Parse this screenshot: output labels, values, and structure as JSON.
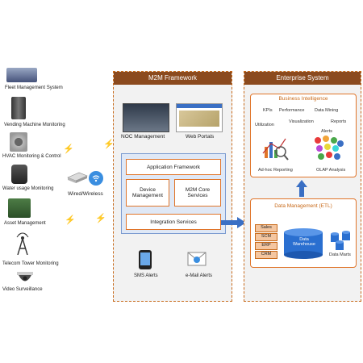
{
  "devices": [
    {
      "label": "Fleet Management System",
      "icon": "truck-icon"
    },
    {
      "label": "Vending Machine Monitoring",
      "icon": "vending-machine-icon"
    },
    {
      "label": "HVAC Monitoring & Control",
      "icon": "hvac-unit-icon"
    },
    {
      "label": "Water usage Monitoring",
      "icon": "water-meter-icon"
    },
    {
      "label": "Asset Management",
      "icon": "generator-icon"
    },
    {
      "label": "Telecom Tower Monitoring",
      "icon": "telecom-tower-icon"
    },
    {
      "label": "Video Surveillance",
      "icon": "camera-icon"
    }
  ],
  "network": {
    "label": "Wired/Wireless"
  },
  "m2m": {
    "title": "M2M Framework",
    "noc": "NOC Management",
    "web": "Web Portals",
    "app_framework": "Application Framework",
    "device_mgmt": "Device Management",
    "core_services": "M2M Core Services",
    "integration": "Integration Services",
    "sms": "SMS Alerts",
    "email": "e-Mail Alerts"
  },
  "enterprise": {
    "title": "Enterprise System",
    "bi": {
      "title": "Business Intelligence",
      "words": [
        "KPIs",
        "Performance",
        "Data Mining",
        "Utilization",
        "Visualization",
        "Reports",
        "Alerts"
      ],
      "adhoc": "Ad-hoc Reporting",
      "olap": "OLAP Analysis"
    },
    "dm": {
      "title": "Data Management (ETL)",
      "sources": [
        "Sales",
        "SCM",
        "ERP",
        "CRM"
      ],
      "warehouse": "Data Warehouse",
      "marts": "Data Marts"
    }
  },
  "colors": {
    "panel_header": "#8b4a1e",
    "orange": "#e0752a",
    "blue": "#3a6fc4",
    "bolt": "#c8c800"
  }
}
